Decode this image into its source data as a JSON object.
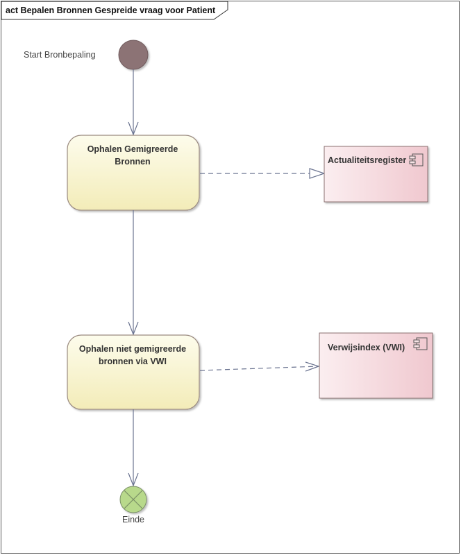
{
  "diagram": {
    "title": "act Bepalen Bronnen Gespreide vraag voor Patient",
    "start": {
      "label": "Start Bronbepaling"
    },
    "activities": [
      {
        "line1": "Ophalen Gemigreerde",
        "line2": "Bronnen"
      },
      {
        "line1": "Ophalen niet gemigreerde",
        "line2": "bronnen via VWI"
      }
    ],
    "components": [
      {
        "label": "Actualiteitsregister"
      },
      {
        "label": "Verwijsindex (VWI)"
      }
    ],
    "end": {
      "label": "Einde"
    }
  },
  "colors": {
    "activity_fill_top": "#fdfcec",
    "activity_fill_bottom": "#f3ecb8",
    "activity_stroke": "#9a8a80",
    "component_fill_left": "#fbeef0",
    "component_fill_right": "#f0c8cf",
    "component_stroke": "#8a7070",
    "start_node": "#8c7375",
    "end_node": "#b8d98b",
    "flow_line": "#6a7390"
  }
}
